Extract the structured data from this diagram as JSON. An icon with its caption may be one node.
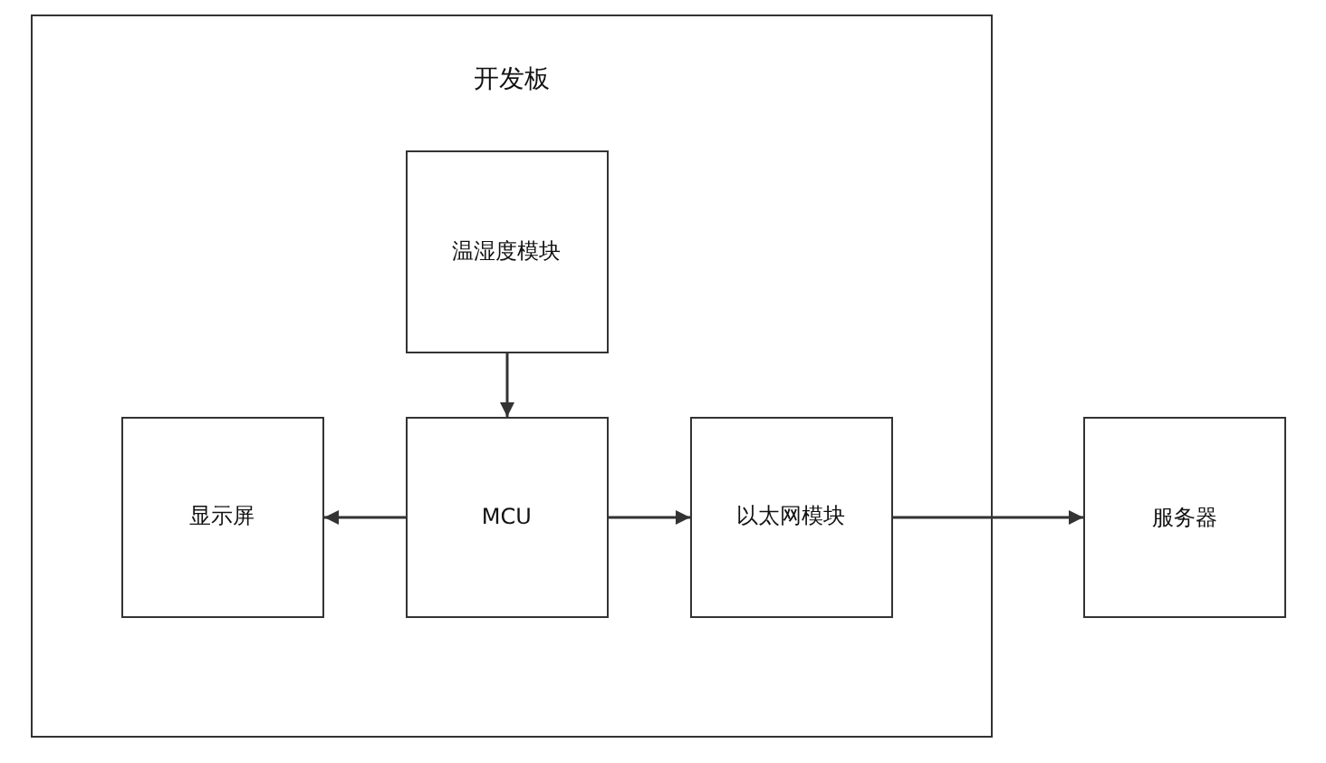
{
  "diagram": {
    "nodes": [
      {
        "text": [
          "开发板"
        ]
      },
      {
        "text": [
          "温湿度模块"
        ],
        "in": 0
      },
      {
        "text": [
          "显示屏"
        ],
        "in": 0
      },
      {
        "text": [
          "MCU"
        ],
        "in": 0
      },
      {
        "text": [
          "以太网模块"
        ],
        "in": 0
      },
      {
        "text": [
          "服务器"
        ]
      }
    ],
    "edges": [
      {
        "from": 1,
        "to": 3,
        "arrow": "to"
      },
      {
        "from": 3,
        "to": 2,
        "arrow": "to"
      },
      {
        "from": 3,
        "to": 4,
        "arrow": "to"
      },
      {
        "from": 4,
        "to": 5,
        "arrow": "to"
      }
    ]
  }
}
